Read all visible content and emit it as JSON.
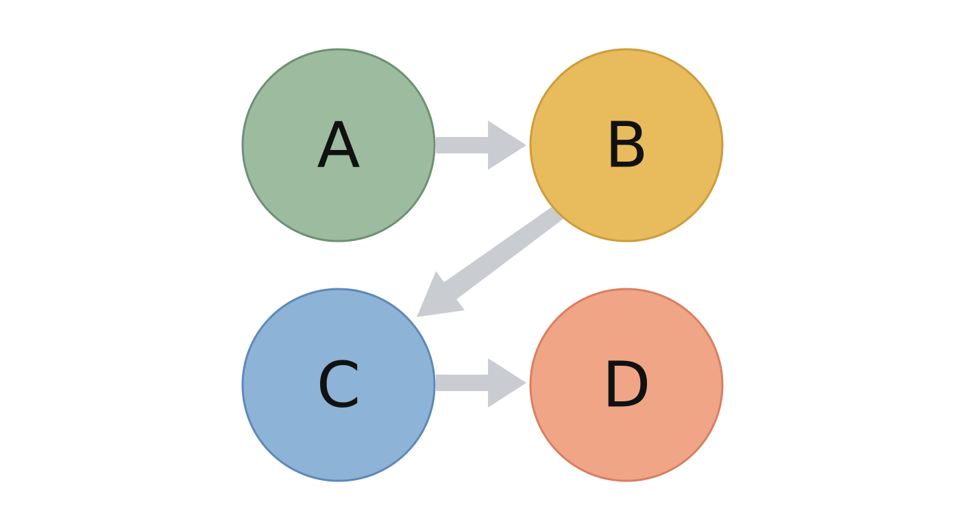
{
  "diagram": {
    "nodes": [
      {
        "id": "A",
        "label": "A",
        "fill": "#9dbb9e",
        "stroke": "#6e9073"
      },
      {
        "id": "B",
        "label": "B",
        "fill": "#e8bb5c",
        "stroke": "#cd9c3c"
      },
      {
        "id": "C",
        "label": "C",
        "fill": "#8db3d6",
        "stroke": "#5e88b8"
      },
      {
        "id": "D",
        "label": "D",
        "fill": "#f0a587",
        "stroke": "#d77f61"
      }
    ],
    "edges": [
      {
        "from": "A",
        "to": "B"
      },
      {
        "from": "B",
        "to": "C"
      },
      {
        "from": "C",
        "to": "D"
      }
    ],
    "colors": {
      "arrow": "#c9cdd2",
      "background": "#ffffff",
      "label": "#111111"
    }
  }
}
